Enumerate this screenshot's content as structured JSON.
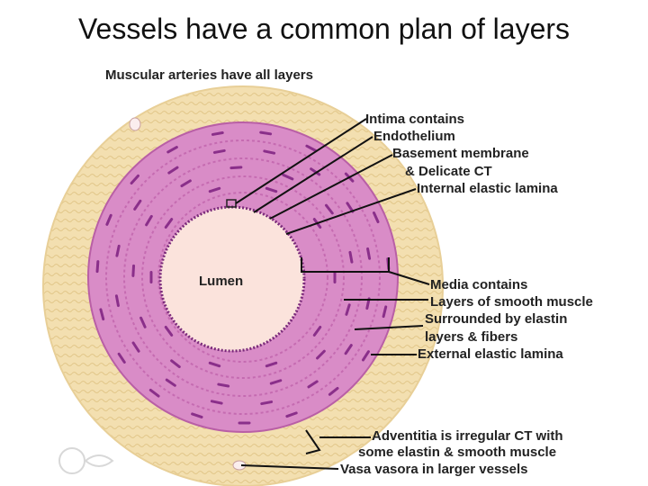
{
  "title": "Vessels have a common plan of layers",
  "subtitle": "Muscular arteries have all layers",
  "lumen_label": "Lumen",
  "labels": {
    "intima": "Intima contains",
    "endothelium": "Endothelium",
    "basement": "Basement membrane",
    "delicate": "& Delicate CT",
    "internal_elastic": "Internal elastic lamina",
    "media": "Media contains",
    "smooth_muscle": "Layers of smooth muscle",
    "surrounded": "Surrounded by elastin",
    "layers_fibers": "layers & fibers",
    "external_elastic": "External elastic lamina",
    "adventitia": "Adventitia is irregular CT with",
    "adventitia2": "some elastin & smooth muscle",
    "vasa": "Vasa vasora in larger vessels"
  },
  "colors": {
    "adventitia": "#f3dfb0",
    "media": "#d98cc7",
    "media_dark": "#c56bb1",
    "lumen": "#fbe3dc",
    "nuclei": "#8a2f8a"
  }
}
